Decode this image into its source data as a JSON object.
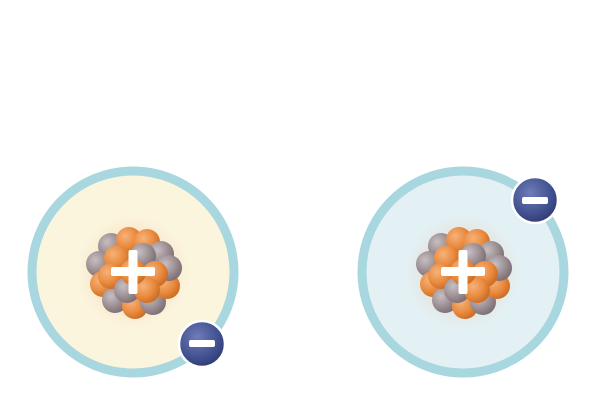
{
  "atoms": [
    {
      "id": "left",
      "shell_fill": "#FBF5DE",
      "shell_stroke": "#A9D7DF",
      "nucleus_charge_symbol": "+",
      "electron_charge_symbol": "−",
      "electron_position": "lower-right"
    },
    {
      "id": "right",
      "shell_fill": "#E3F0F4",
      "shell_stroke": "#A9D7DF",
      "nucleus_charge_symbol": "+",
      "electron_charge_symbol": "−",
      "electron_position": "upper-right"
    }
  ],
  "colors": {
    "proton": "#E98A3E",
    "neutron": "#9A8E92",
    "electron": "#3E4D8C",
    "charge_sign": "#FFFFFF"
  }
}
